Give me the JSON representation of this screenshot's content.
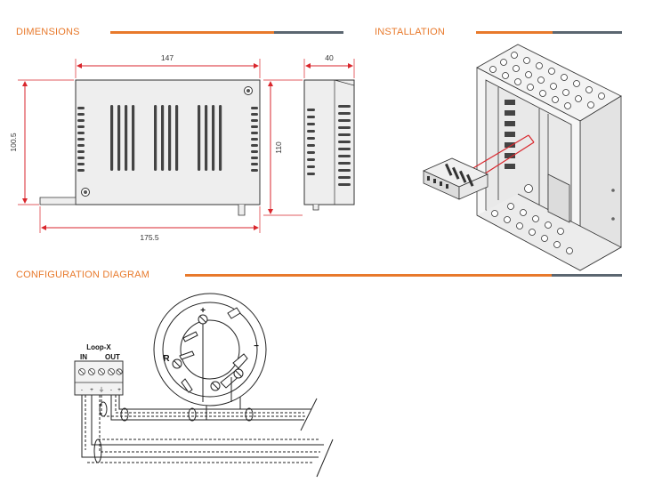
{
  "sections": {
    "dimensions": "DIMENSIONS",
    "installation": "INSTALLATION",
    "configuration": "CONFIGURATION DIAGRAM"
  },
  "dimensions": {
    "width_top": "147",
    "depth": "40",
    "height_left": "100.5",
    "height_right": "110",
    "width_bottom": "175.5"
  },
  "module": {
    "label": "Loop-X",
    "in_label": "IN",
    "out_label": "OUT",
    "terminals": [
      "-",
      "+",
      "⏚",
      "-",
      "+"
    ]
  },
  "base": {
    "plus": "+",
    "minus": "−",
    "r": "R"
  },
  "colors": {
    "accent": "#e8792b",
    "rule_gray": "#5b6670",
    "dim_red": "#d9262c"
  }
}
